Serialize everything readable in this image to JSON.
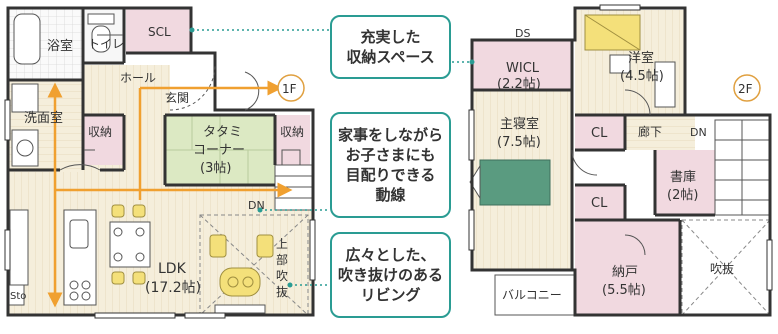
{
  "floor1": {
    "badge": "1F",
    "rooms": {
      "bath": "浴室",
      "toilet": "トイレ",
      "scl": "SCL",
      "hall": "ホール",
      "entrance": "玄関",
      "washroom": "洗面室",
      "storage_left": "収納",
      "tatami_1": "タタミ",
      "tatami_2": "コーナー",
      "tatami_3": "(3帖)",
      "storage_right": "収納",
      "ldk_1": "LDK",
      "ldk_2": "(17.2帖)",
      "dn": "DN",
      "sto": "Sto",
      "void_1": "上",
      "void_2": "部",
      "void_3": "吹",
      "void_4": "抜"
    }
  },
  "floor2": {
    "badge": "2F",
    "rooms": {
      "ds": "DS",
      "wicl_1": "WICL",
      "wicl_2": "(2.2帖)",
      "western_1": "洋室",
      "western_2": "(4.5帖)",
      "master_1": "主寝室",
      "master_2": "(7.5帖)",
      "cl_1": "CL",
      "corridor": "廊下",
      "dn": "DN",
      "study_1": "書庫",
      "study_2": "(2帖)",
      "cl_2": "CL",
      "closet_1": "納戸",
      "closet_2": "(5.5帖)",
      "void": "吹抜",
      "balcony": "バルコニー"
    }
  },
  "callouts": {
    "storage": [
      "充実した",
      "収納スペース"
    ],
    "housework": [
      "家事をしながら",
      "お子さまにも",
      "目配りできる",
      "動線"
    ],
    "living": [
      "広々とした、",
      "吹き抜けのある",
      "リビング"
    ]
  },
  "colors": {
    "wall": "#333333",
    "floor_wood": "#f3ecd6",
    "tatami": "#dce9c3",
    "pink_room": "#f1d9e0",
    "accent_teal": "#2a9c93",
    "flow_arrow": "#f0a030",
    "bed_green": "#5a9b80",
    "bed_yellow": "#f4e07a"
  }
}
